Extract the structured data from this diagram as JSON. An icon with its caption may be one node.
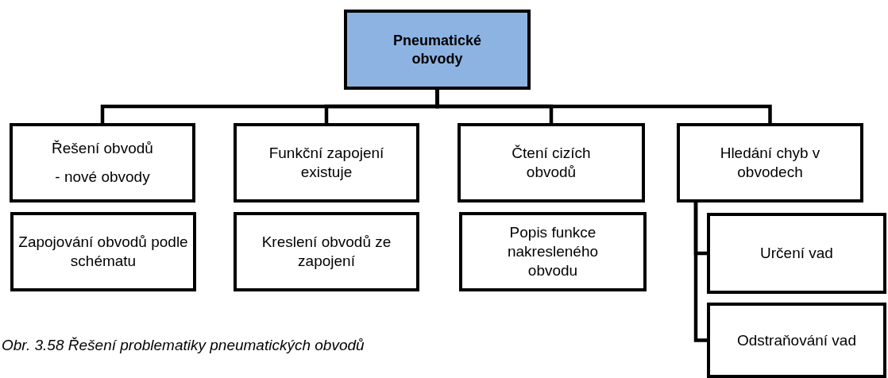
{
  "diagram": {
    "caption": "Obr. 3.58 Řešení problematiky pneumatických obvodů",
    "nodes": [
      {
        "text": [
          "Pneumatické obvody"
        ]
      },
      {
        "text": [
          "Řešení obvodů",
          "- nové obvody"
        ]
      },
      {
        "text": [
          "Funkční zapojení existuje"
        ]
      },
      {
        "text": [
          "Čtení cizích obvodů"
        ]
      },
      {
        "text": [
          "Hledání chyb v obvodech"
        ]
      },
      {
        "text": [
          "Zapojování obvodů podle schématu"
        ]
      },
      {
        "text": [
          "Kreslení obvodů ze zapojení"
        ]
      },
      {
        "text": [
          "Popis funkce nakresleného obvodu"
        ]
      },
      {
        "text": [
          "Určení vad"
        ]
      },
      {
        "text": [
          "Odstraňování vad"
        ]
      }
    ],
    "edges": [
      {
        "from": 0,
        "to": 1,
        "arrow": "none"
      },
      {
        "from": 0,
        "to": 2,
        "arrow": "none"
      },
      {
        "from": 0,
        "to": 3,
        "arrow": "none"
      },
      {
        "from": 0,
        "to": 4,
        "arrow": "none"
      },
      {
        "from": 4,
        "to": 8,
        "arrow": "none"
      },
      {
        "from": 4,
        "to": 9,
        "arrow": "none"
      }
    ]
  }
}
